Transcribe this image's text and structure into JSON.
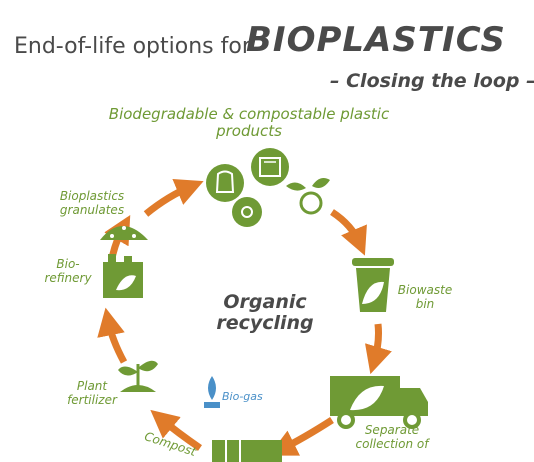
{
  "title": {
    "prefix": "End-of-life options for",
    "main": "BIOPLASTICS",
    "subtitle": "– Closing the loop –"
  },
  "center_label": "Organic recycling",
  "stages": {
    "products": "Biodegradable & compostable plastic products",
    "biowaste_bin": "Biowaste bin",
    "separate_collection": "Separate collection of",
    "compost": "Compost",
    "plant_fertilizer": "Plant fertilizer",
    "biorefinery": "Bio-refinery",
    "granulates": "Bioplastics granulates",
    "biogas": "Bio-gas"
  },
  "colors": {
    "green": "#6f9a35",
    "arrow": "#e07b2a",
    "text": "#4a4a4a",
    "biogas": "#4a90c8"
  }
}
